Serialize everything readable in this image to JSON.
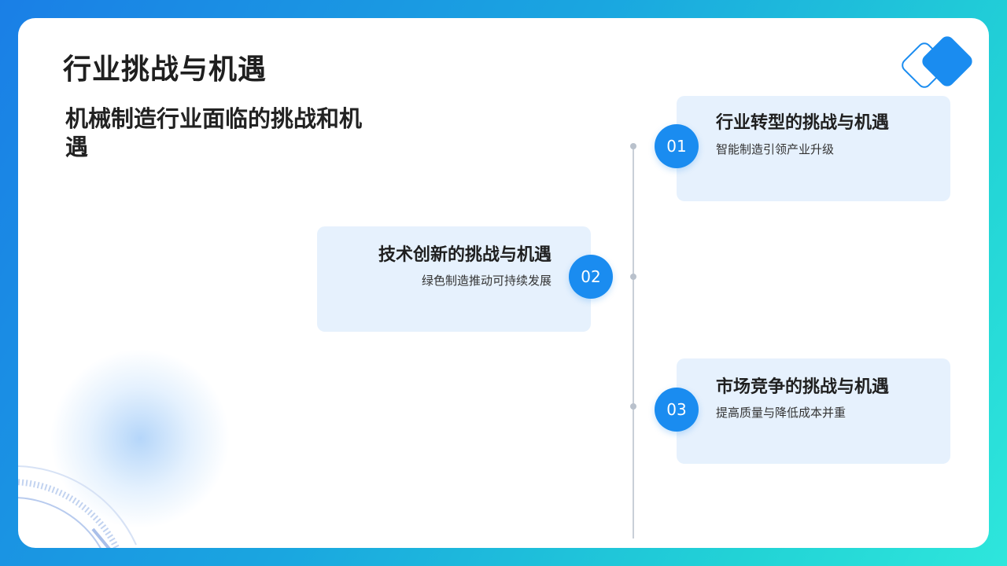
{
  "slide": {
    "title": "行业挑战与机遇",
    "subtitle": "机械制造行业面临的挑战和机遇"
  },
  "items": [
    {
      "number": "01",
      "title": "行业转型的挑战与机遇",
      "desc": "智能制造引领产业升级"
    },
    {
      "number": "02",
      "title": "技术创新的挑战与机遇",
      "desc": "绿色制造推动可持续发展"
    },
    {
      "number": "03",
      "title": "市场竞争的挑战与机遇",
      "desc": "提高质量与降低成本并重"
    }
  ],
  "colors": {
    "accent": "#1a8cf0",
    "box_bg": "#e6f1fd",
    "background_gradient_start": "#1a7fe6",
    "background_gradient_end": "#2ee6dc"
  }
}
